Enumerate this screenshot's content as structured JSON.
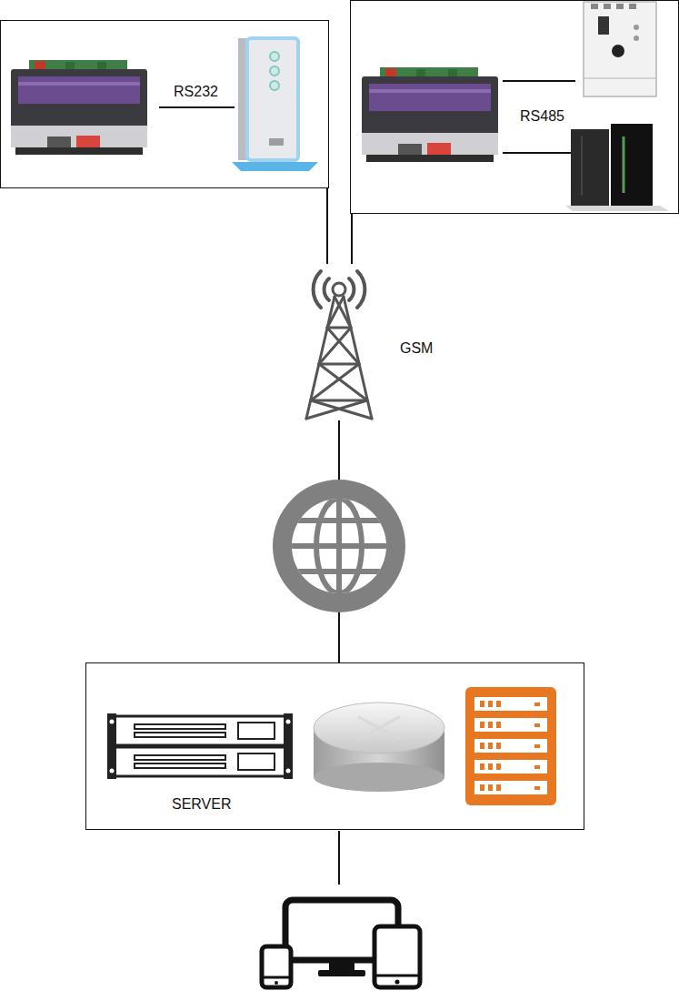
{
  "diagram": {
    "nodes": [
      {
        "text": [
          "RS232"
        ]
      },
      {
        "text": [
          "RS485"
        ]
      },
      {
        "text": [
          "GSM"
        ]
      },
      {
        "text": [
          "SERVER"
        ]
      }
    ],
    "edges": [
      {
        "from": 0,
        "to": 2,
        "arrow": "none"
      },
      {
        "from": 1,
        "to": 2,
        "arrow": "none"
      },
      {
        "from": 2,
        "to": 3,
        "arrow": "none"
      }
    ]
  }
}
